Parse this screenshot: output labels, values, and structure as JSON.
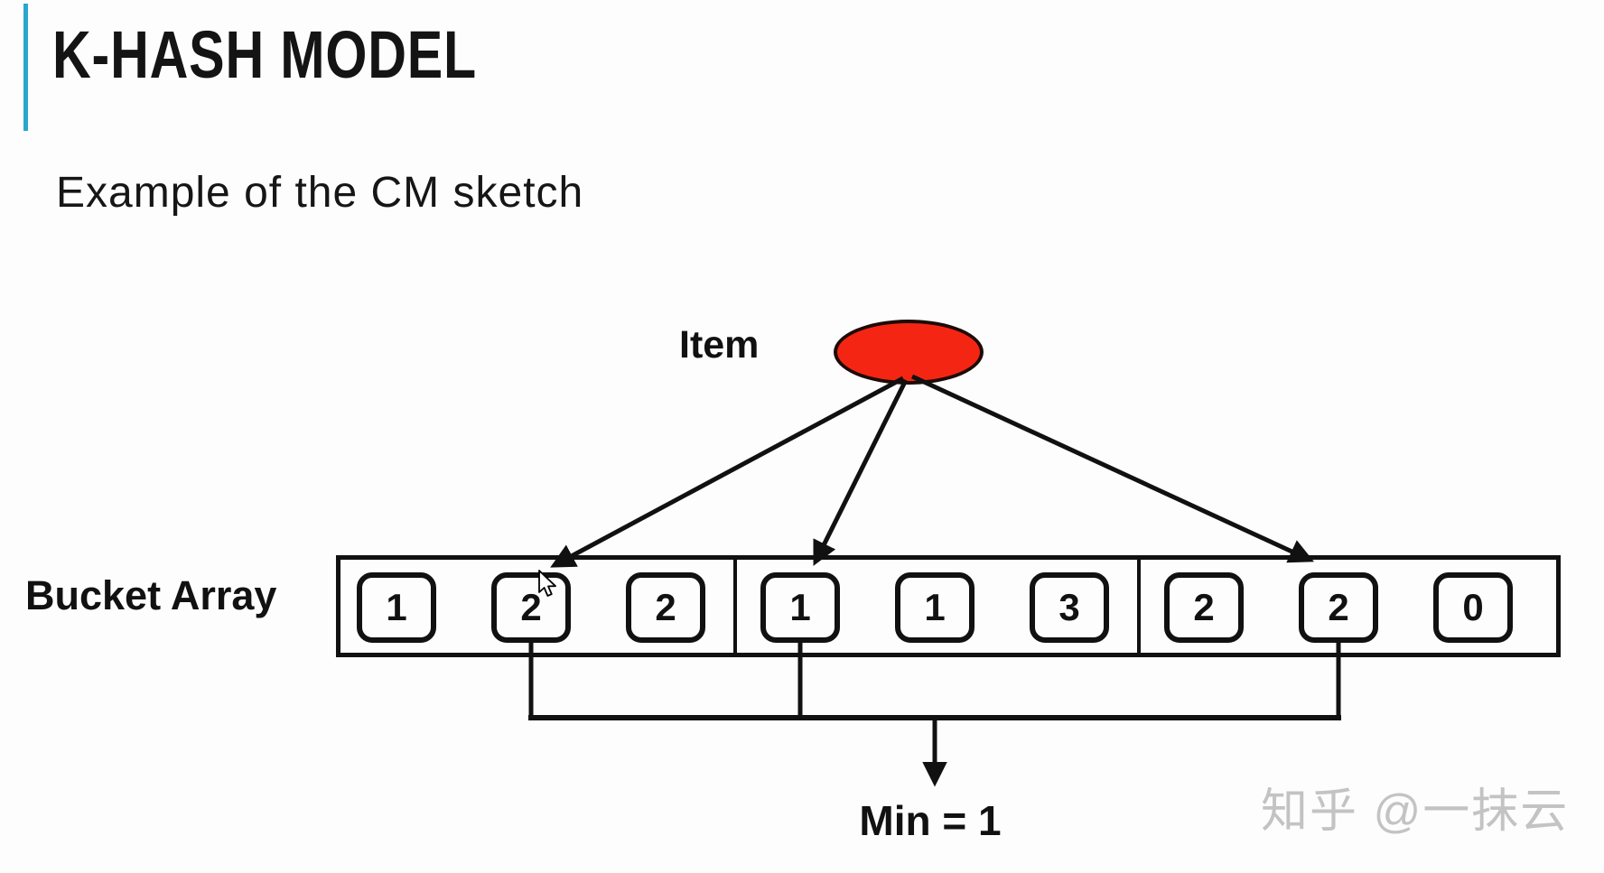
{
  "slide": {
    "title": "K-HASH MODEL",
    "subtitle": "Example of the CM sketch",
    "watermark": "知乎 @一抹云"
  },
  "diagram": {
    "item_label": "Item",
    "bucket_array_label": "Bucket Array",
    "min_label": "Min = 1",
    "buckets": [
      "1",
      "2",
      "2",
      "1",
      "1",
      "3",
      "2",
      "2",
      "0"
    ],
    "bucket_groups": 3,
    "hashed_bucket_positions": [
      2,
      4,
      8
    ],
    "min_value": 1,
    "colors": {
      "item_fill": "#f42613",
      "accent_bar": "#2ba6cf",
      "stroke": "#111111",
      "watermark": "#c3c3c3"
    }
  }
}
